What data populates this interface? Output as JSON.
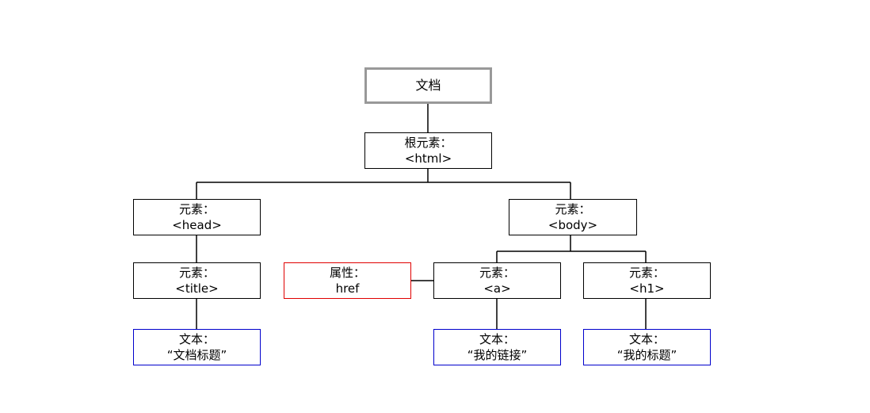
{
  "colors": {
    "line": "#000000",
    "document_border": "#999999",
    "element_border": "#000000",
    "attribute_border": "#e00000",
    "text_border": "#0000cc"
  },
  "nodes": {
    "document": {
      "line1": "文档"
    },
    "html": {
      "line1": "根元素：",
      "line2": "<html>"
    },
    "head": {
      "line1": "元素：",
      "line2": "<head>"
    },
    "body": {
      "line1": "元素：",
      "line2": "<body>"
    },
    "title": {
      "line1": "元素：",
      "line2": "<title>"
    },
    "href": {
      "line1": "属性：",
      "line2": "href"
    },
    "a": {
      "line1": "元素：",
      "line2": "<a>"
    },
    "h1": {
      "line1": "元素：",
      "line2": "<h1>"
    },
    "title_text": {
      "line1": "文本：",
      "line2": "“文档标题”"
    },
    "a_text": {
      "line1": "文本：",
      "line2": "“我的链接”"
    },
    "h1_text": {
      "line1": "文本：",
      "line2": "“我的标题”"
    }
  }
}
